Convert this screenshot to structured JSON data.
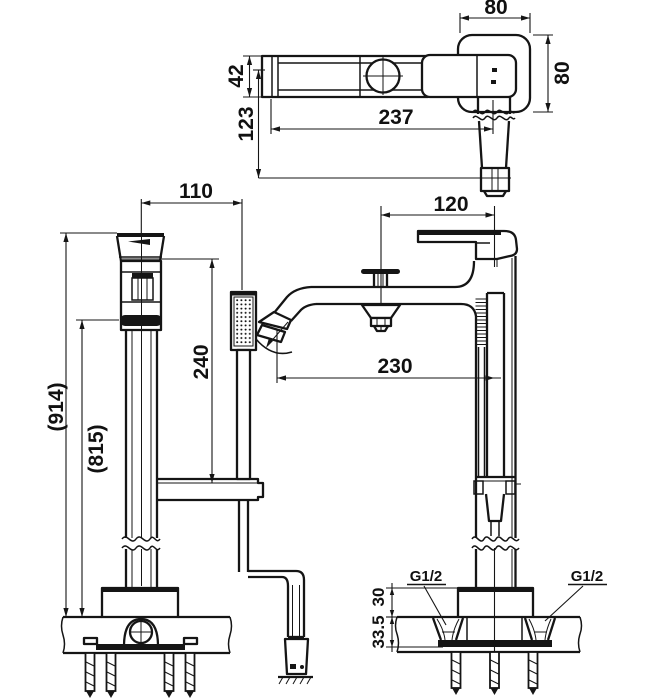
{
  "drawing": {
    "type": "technical-dimension-drawing",
    "subject": "freestanding bath mixer with hand shower",
    "line_color": "#151515",
    "background": "#ffffff"
  },
  "labels": {
    "top_width": "80",
    "top_depth": "80",
    "spout_bar_height": "42",
    "handle_offset": "123",
    "spout_arm_length": "237",
    "shower_offset": "110",
    "shower_drop": "240",
    "total_height": "(914)",
    "spout_height": "(815)",
    "handle_reach": "120",
    "spout_reach": "230",
    "floor_clearance": "30",
    "recess_depth": "33.5",
    "thread_left": "G1/2",
    "thread_right": "G1/2"
  }
}
